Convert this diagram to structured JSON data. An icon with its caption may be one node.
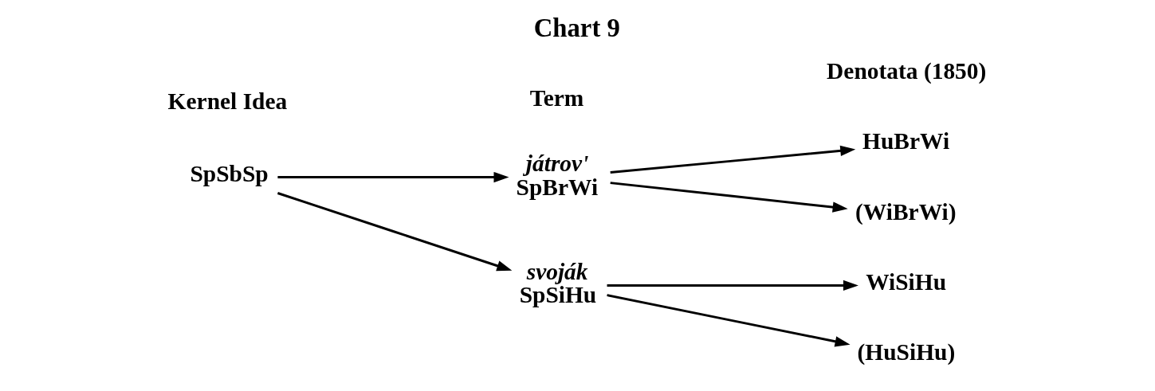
{
  "diagram": {
    "title": "Chart 9",
    "nodes": [
      {
        "text": [
          "SpSbSp"
        ]
      },
      {
        "text": [
          "játrov'",
          "SpBrWi"
        ]
      },
      {
        "text": [
          "svoják",
          "SpSiHu"
        ]
      },
      {
        "text": [
          "HuBrWi"
        ]
      },
      {
        "text": [
          "(WiBrWi)"
        ]
      },
      {
        "text": [
          "WiSiHu"
        ]
      },
      {
        "text": [
          "(HuSiHu)"
        ]
      }
    ],
    "edges": [
      {
        "from": 0,
        "to": 1,
        "arrow": "to"
      },
      {
        "from": 0,
        "to": 2,
        "arrow": "to"
      },
      {
        "from": 1,
        "to": 3,
        "arrow": "to"
      },
      {
        "from": 1,
        "to": 4,
        "arrow": "to"
      },
      {
        "from": 2,
        "to": 5,
        "arrow": "to"
      },
      {
        "from": 2,
        "to": 6,
        "arrow": "to"
      }
    ],
    "labels": [
      "Kernel Idea",
      "Term",
      "Denotata (1850)"
    ]
  }
}
